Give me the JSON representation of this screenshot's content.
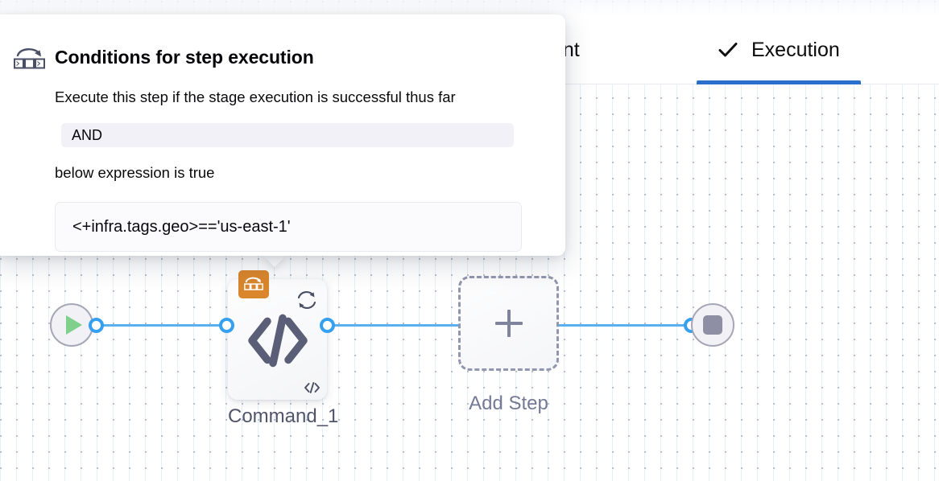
{
  "tabs": [
    {
      "id": "environment",
      "label": "ronment",
      "icon": "",
      "active": false
    },
    {
      "id": "execution",
      "label": "Execution",
      "icon": "check-icon",
      "active": true
    }
  ],
  "popover": {
    "icon": "shell-script-icon",
    "title": "Conditions for step execution",
    "subtitle": "Execute this step if the stage execution is successful thus far",
    "operator_value": "AND",
    "expression_label": "below expression is true",
    "expression_value": "<+infra.tags.geo>=='us-east-1'"
  },
  "pipeline": {
    "start_node": {
      "name": "start-node",
      "icon": "play-icon"
    },
    "end_node": {
      "name": "end-node",
      "icon": "stop-icon"
    },
    "command_node": {
      "label": "Command_1",
      "badge_icon": "shell-script-icon",
      "retry_icon": "loop-retry-icon",
      "main_icon": "code-brackets-icon",
      "mini_icon": "code-brackets-mini-icon"
    },
    "add_step_node": {
      "label": "Add Step",
      "icon": "plus-icon"
    }
  },
  "colors": {
    "accent_blue": "#2b6fcc",
    "connector_blue": "#35a0ef",
    "badge_orange": "#d9862c",
    "play_green": "#7fd08a",
    "stop_gray": "#8e8fa5"
  }
}
